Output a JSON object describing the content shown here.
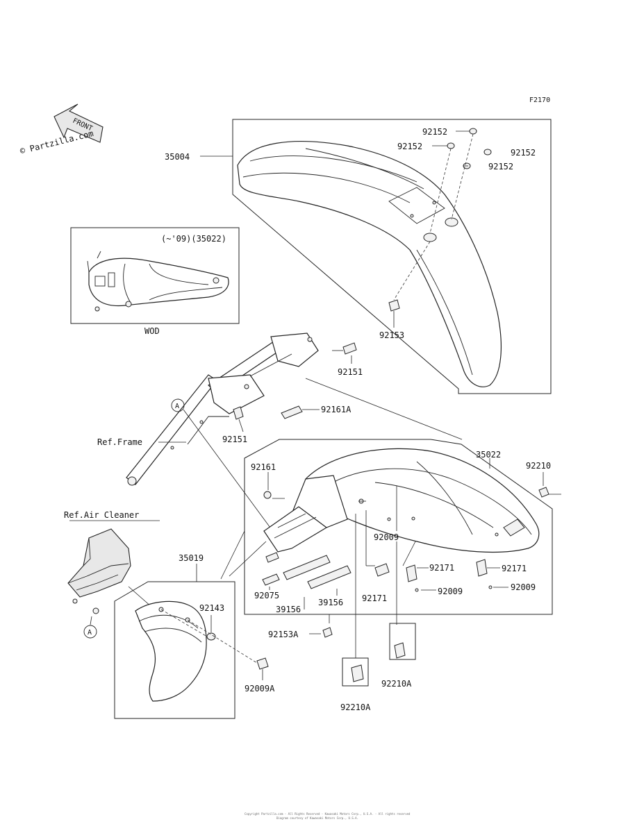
{
  "figure_code": "F2170",
  "watermark": "© Partzilla.com",
  "front_arrow_label": "FRONT",
  "inset": {
    "caption_top": "(~'09)(35022)",
    "caption_bottom": "WOD"
  },
  "ref_labels": {
    "frame": "Ref.Frame",
    "air_cleaner": "Ref.Air Cleaner"
  },
  "marker": "A",
  "parts": {
    "p35004": "35004",
    "p92152": "92152",
    "p92153": "92153",
    "p92151": "92151",
    "p92161A": "92161A",
    "p92161": "92161",
    "p35022": "35022",
    "p92210": "92210",
    "p92009": "92009",
    "p92171": "92171",
    "p92075": "92075",
    "p39156": "39156",
    "p35019": "35019",
    "p92143": "92143",
    "p92153A": "92153A",
    "p92009A": "92009A",
    "p92210A": "92210A"
  },
  "copyright_lines": {
    "line1": "Copyright Partzilla.com - All Rights Reserved - Kawasaki Motors Corp., U.S.A. - All rights reserved",
    "line2": "Diagram courtesy of Kawasaki Motors Corp., U.S.A."
  }
}
